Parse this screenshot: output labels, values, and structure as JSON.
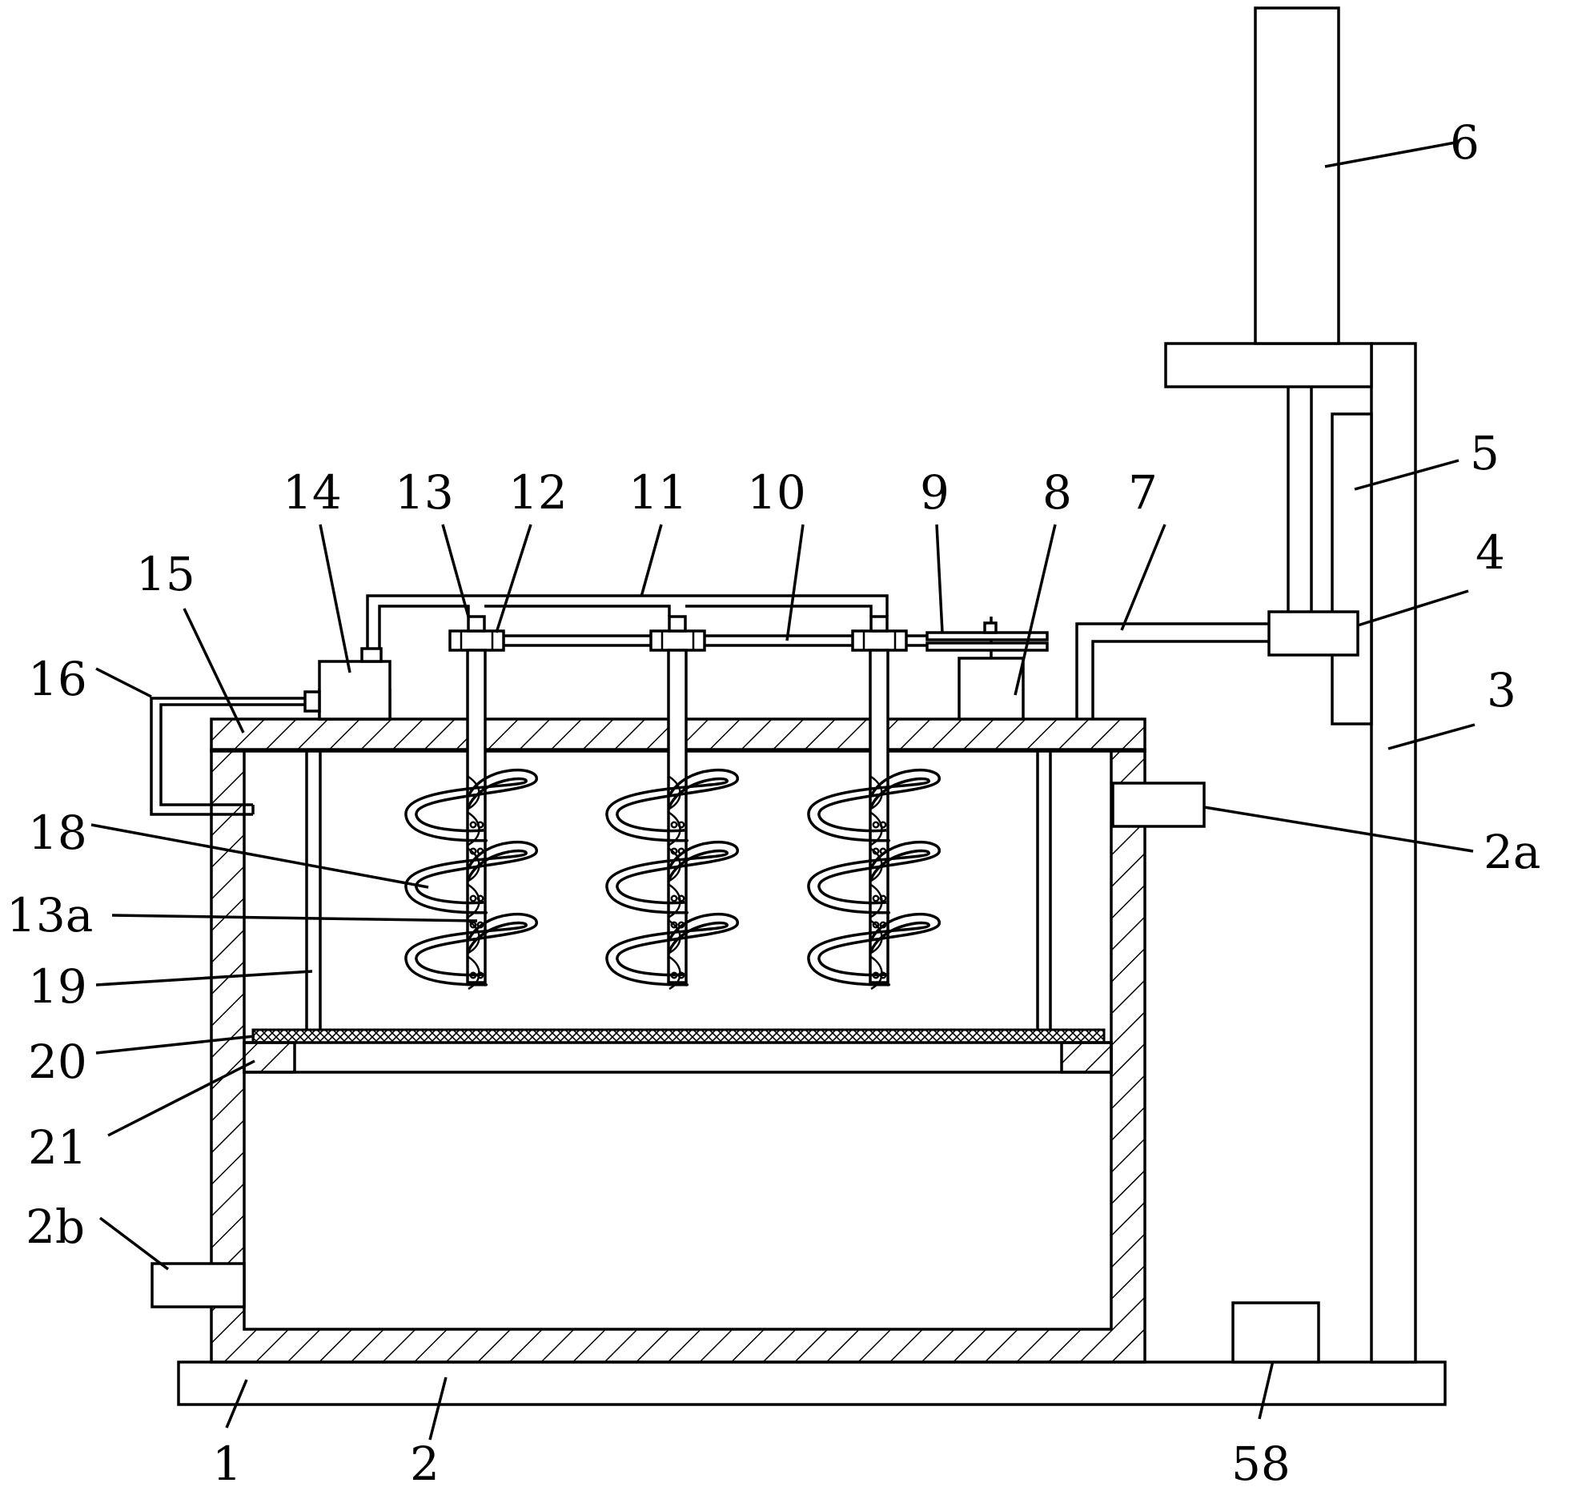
{
  "callouts": [
    {
      "id": "1",
      "text": "1"
    },
    {
      "id": "2",
      "text": "2"
    },
    {
      "id": "2a",
      "text": "2a"
    },
    {
      "id": "2b",
      "text": "2b"
    },
    {
      "id": "3",
      "text": "3"
    },
    {
      "id": "4",
      "text": "4"
    },
    {
      "id": "5",
      "text": "5"
    },
    {
      "id": "6",
      "text": "6"
    },
    {
      "id": "7",
      "text": "7"
    },
    {
      "id": "8",
      "text": "8"
    },
    {
      "id": "9",
      "text": "9"
    },
    {
      "id": "10",
      "text": "10"
    },
    {
      "id": "11",
      "text": "11"
    },
    {
      "id": "12",
      "text": "12"
    },
    {
      "id": "13",
      "text": "13"
    },
    {
      "id": "13a",
      "text": "13a"
    },
    {
      "id": "14",
      "text": "14"
    },
    {
      "id": "15",
      "text": "15"
    },
    {
      "id": "16",
      "text": "16"
    },
    {
      "id": "18",
      "text": "18"
    },
    {
      "id": "19",
      "text": "19"
    },
    {
      "id": "20",
      "text": "20"
    },
    {
      "id": "21",
      "text": "21"
    },
    {
      "id": "58",
      "text": "58"
    }
  ]
}
